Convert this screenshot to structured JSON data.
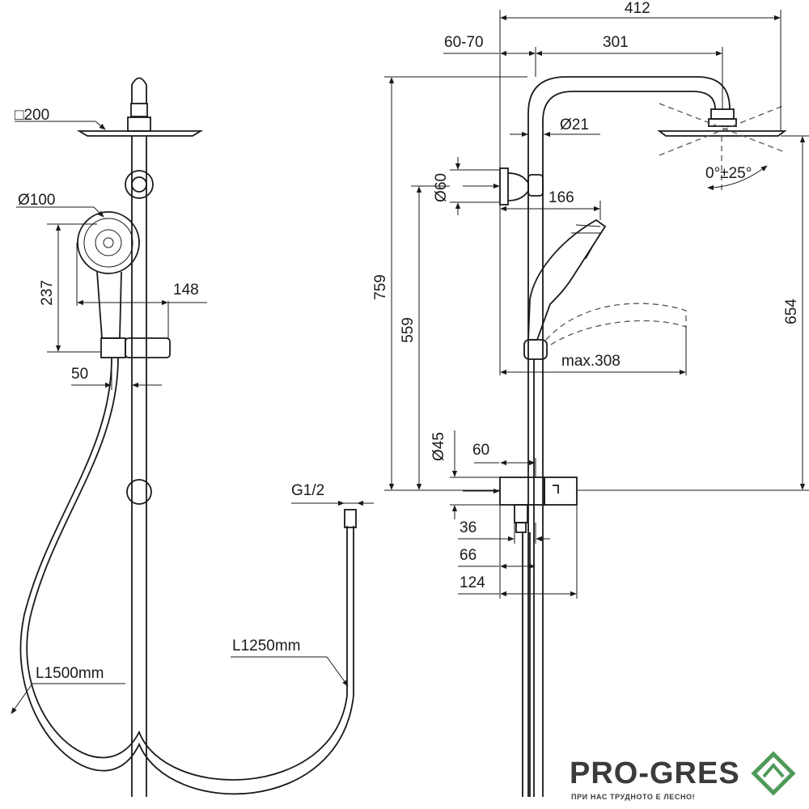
{
  "left_view": {
    "head_size": "□200",
    "handshower_diameter": "Ø100",
    "handshower_height": "237",
    "handshower_offset": "148",
    "holder_offset": "50",
    "hose_length_left": "L1500mm",
    "hose_length_right": "L1250mm",
    "thread": "G1/2"
  },
  "right_view": {
    "total_width": "412",
    "wall_gap": "60-70",
    "arm_length": "301",
    "pipe_diameter": "Ø21",
    "bracket_diameter": "Ø60",
    "bracket_projection": "166",
    "tilt_angle": "0°±25°",
    "total_height": "759",
    "handshower_rail_height": "559",
    "head_height": "654",
    "max_reach": "max.308",
    "mixer_diameter": "Ø45",
    "mixer_offset": "60",
    "dim_36": "36",
    "dim_66": "66",
    "dim_124": "124"
  },
  "brand": {
    "name": "PRO-GRES",
    "tagline": "ПРИ НАС ТРУДНОТО Е ЛЕСНО!",
    "accent_color": "#4f9a5a",
    "dark_color": "#3b3b3b"
  }
}
